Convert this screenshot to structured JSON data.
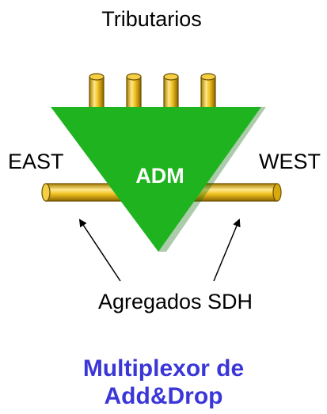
{
  "labels": {
    "tributaries": "Tributarios",
    "east": "EAST",
    "west": "WEST",
    "adm": "ADM",
    "aggregates": "Agregados SDH"
  },
  "title": {
    "line1": "Multiplexor de",
    "line2": "Add&Drop"
  },
  "colors": {
    "triangle": "#1fb31f",
    "triangle_shadow": "#0e6a0e",
    "pipe": "#e8b515",
    "pipe_highlight": "#ffe88a",
    "pipe_outline": "#6b4f00",
    "title": "#3a36d8",
    "adm_text": "#ffffff"
  },
  "icons": [
    "tributary-pipe",
    "aggregate-pipe",
    "arrow"
  ]
}
